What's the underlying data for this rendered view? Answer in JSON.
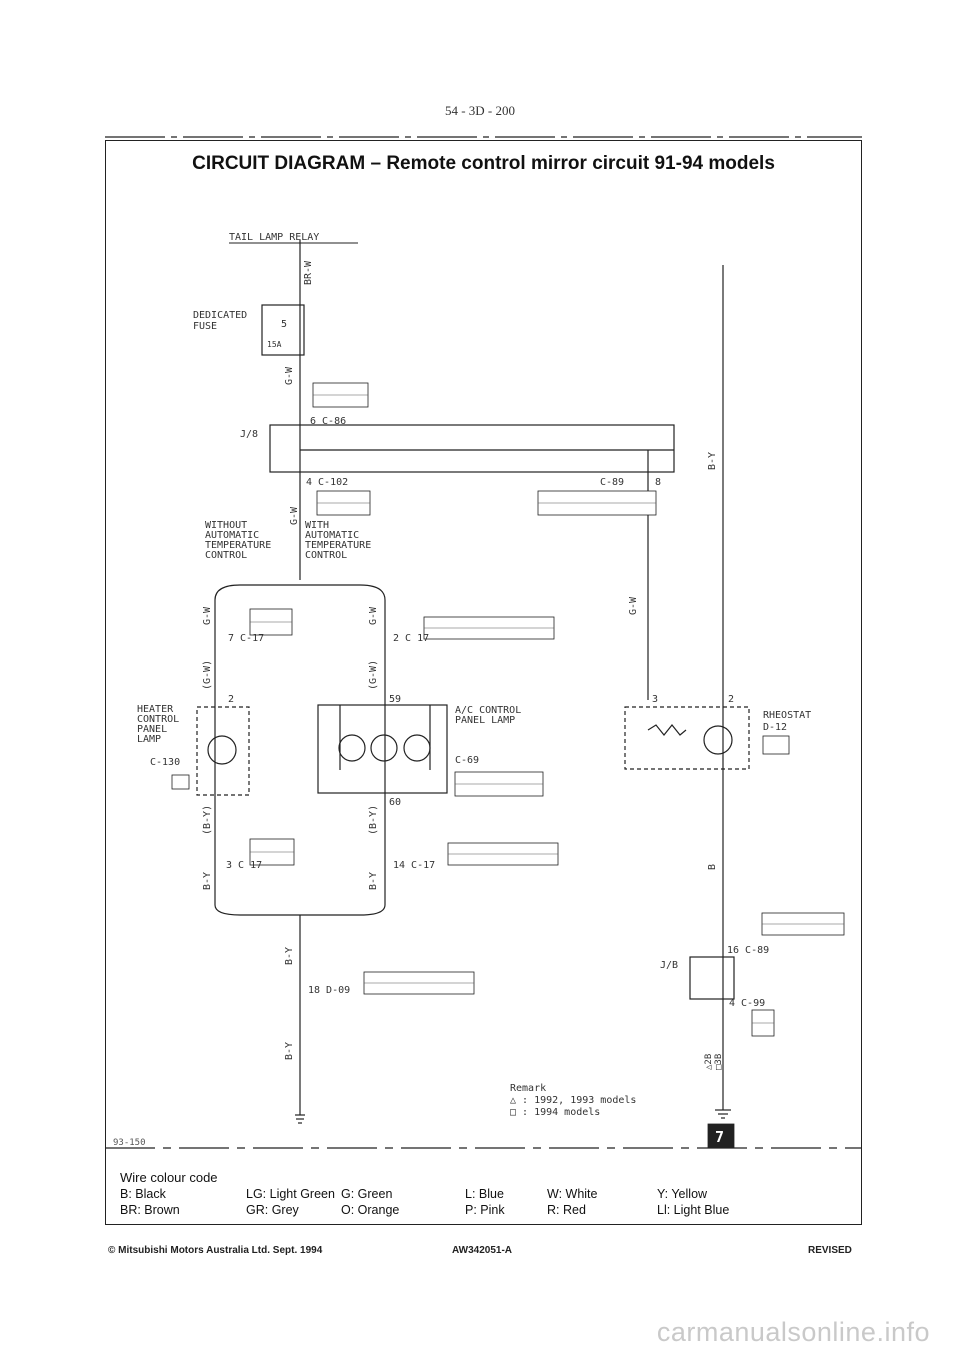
{
  "page_number": "54 - 3D - 200",
  "title": "CIRCUIT DIAGRAM – Remote control mirror circuit 91-94 models",
  "labels": {
    "tail_lamp_relay": "TAIL LAMP RELAY",
    "dedicated_fuse": [
      "DEDICATED",
      "FUSE"
    ],
    "fuse_num": "5",
    "fuse_rating": "15A",
    "j8_top": "J/8",
    "j8_bottom": "J/B",
    "c86": "6  C-86",
    "c102": "4  C-102",
    "c89_top": "C-89",
    "c89_top_pin": "8",
    "without_atc": [
      "WITHOUT",
      "AUTOMATIC",
      "TEMPERATURE",
      "CONTROL"
    ],
    "with_atc": [
      "WITH",
      "AUTOMATIC",
      "TEMPERATURE",
      "CONTROL"
    ],
    "c17_a": "7  C-17",
    "c17_b": "2  C 17",
    "heater_panel_lamp": [
      "HEATER",
      "CONTROL",
      "PANEL",
      "LAMP"
    ],
    "c130": "C-130",
    "ac_panel_lamp": [
      "A/C CONTROL",
      "PANEL LAMP"
    ],
    "c69": "C-69",
    "pin_59": "59",
    "pin_60": "60",
    "pin_2a": "2",
    "pin_3": "3",
    "pin_2b": "2",
    "rheostat": [
      "RHEOSTAT",
      "D-12"
    ],
    "c17_c": "3  C 17",
    "c17_d": "14  C-17",
    "d09": "18  D-09",
    "c89_bottom": "16  C-89",
    "c99": "4  C-99",
    "remark_title": "Remark",
    "remark_lines": [
      "△ : 1992, 1993 models",
      "□ : 1994 models"
    ],
    "footnote_code": "93-150"
  },
  "wires": {
    "br_w": "BR-W",
    "g_w_1": "G-W",
    "g_w_2": "G-W",
    "g_w_3": "G-W",
    "g_w_4": "G-W",
    "g_w_5": "G-W",
    "g_w_paren_1": "(G-W)",
    "g_w_paren_2": "(G-W)",
    "b_y_right": "B-Y",
    "b_y_1": "B-Y",
    "b_y_2": "B-Y",
    "b_y_3": "B-Y",
    "b_y_4": "B-Y",
    "b_y_paren_1": "(B-Y)",
    "b_y_paren_2": "(B-Y)",
    "b_right": "B",
    "b_ground_1": "△2B",
    "b_ground_2": "□3B"
  },
  "legend": {
    "title": "Wire colour code",
    "entries": [
      [
        "B: Black",
        "LG: Light Green",
        "G: Green",
        "L: Blue",
        "W: White",
        "Y: Yellow"
      ],
      [
        "BR: Brown",
        "GR: Grey",
        "O: Orange",
        "P: Pink",
        "R: Red",
        "Ll: Light Blue"
      ]
    ]
  },
  "footer": {
    "left": "© Mitsubishi Motors Australia Ltd. Sept. 1994",
    "center": "AW342051-A",
    "right": "REVISED"
  },
  "watermark": "carmanualsonline.info",
  "page_badge": "7"
}
